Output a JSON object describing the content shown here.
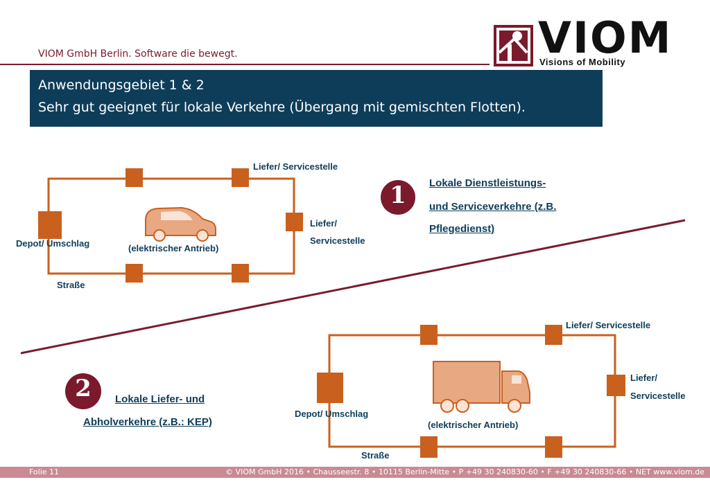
{
  "header": {
    "company_line": "VIOM GmbH Berlin. Software die bewegt.",
    "title_line1": "Anwendungsgebiet 1 & 2",
    "title_line2": "Sehr gut geeignet für lokale Verkehre (Übergang mit gemischten Flotten)."
  },
  "logo": {
    "name": "VIOM",
    "tagline": "Visions of Mobility"
  },
  "colors": {
    "accent": "#7a1a2c",
    "navy": "#0e3d5a",
    "orange": "#c9601e",
    "vehicle": "#e8a882"
  },
  "diagram1": {
    "top_label": "Liefer/ Servicestelle",
    "right_label_1": "Liefer/",
    "right_label_2": "Servicestelle",
    "depot_label": "Depot/  Umschlag",
    "vehicle_label": "(elektrischer Antrieb)",
    "road_label": "Straße",
    "vehicle_icon": "car-icon",
    "number": "1",
    "desc_1": "Lokale Dienstleistungs-",
    "desc_2": "und Serviceverkehre (z.B.",
    "desc_3": "Pflegedienst)"
  },
  "diagram2": {
    "top_label": "Liefer/ Servicestelle",
    "right_label_1": "Liefer/",
    "right_label_2": "Servicestelle",
    "depot_label": "Depot/  Umschlag",
    "vehicle_label": "(elektrischer Antrieb)",
    "road_label": "Straße",
    "vehicle_icon": "truck-icon",
    "number": "2",
    "desc_1": "Lokale Liefer- und",
    "desc_2": "Abholverkehre (z.B.: KEP)"
  },
  "footer": {
    "slide": "Folie 11",
    "contact": "© VIOM GmbH 2016  •  Chausseestr. 8  •  10115 Berlin-Mitte  • P +49 30 240830-60 • F +49 30 240830-66 • NET www.viom.de"
  }
}
